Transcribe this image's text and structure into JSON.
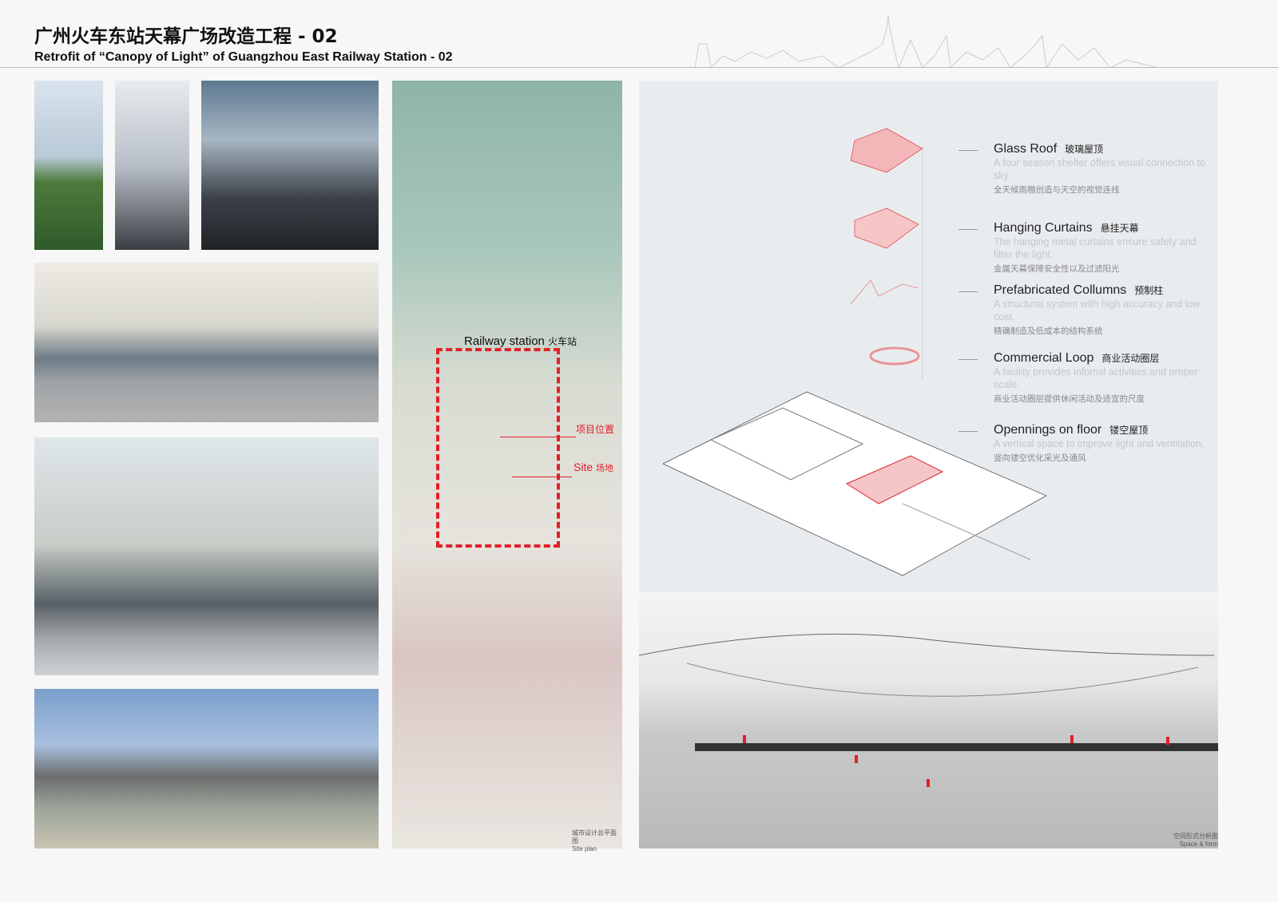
{
  "header": {
    "title": "广州火车东站天幕广场改造工程 - 02",
    "subtitle": "Retrofit of  “Canopy of Light” of Guangzhou East Railway Station - 02"
  },
  "map": {
    "railway_label": "Railway  station",
    "railway_cn": "火车站",
    "project_label": "项目位置",
    "site_label": "Site",
    "site_cn": "场地",
    "caption_cn": "城市设计总平面图",
    "caption_en": "Site plan"
  },
  "legend": [
    {
      "title": "Glass Roof",
      "cn": "玻璃屋顶",
      "desc": "A four season shelter offers visual connection to sky.",
      "desc_cn": "全天候雨棚创造与天空的视觉连线"
    },
    {
      "title": "Hanging Curtains",
      "cn": "悬挂天幕",
      "desc": "The hanging metal curtains ensure safety and filter the light.",
      "desc_cn": "金属天幕保障安全性以及过滤阳光"
    },
    {
      "title": "Prefabricated Collumns",
      "cn": "预制柱",
      "desc": "A structural system with high accuracy and low cost.",
      "desc_cn": "精确制造及低成本的结构系统"
    },
    {
      "title": "Commercial Loop",
      "cn": "商业活动圈层",
      "desc": "A facility provides infomal activities and proper scale.",
      "desc_cn": "商业活动圈层提供休闲活动及适宜的尺度"
    },
    {
      "title": "Opennings on floor",
      "cn": "镂空屋顶",
      "desc": "A vertical space to improve light and ventilation.",
      "desc_cn": "竖向镂空优化采光及通风"
    }
  ],
  "right": {
    "caption_cn": "空间形式分析图",
    "caption_en": "Space & form"
  },
  "colors": {
    "accent": "#e0202a"
  }
}
